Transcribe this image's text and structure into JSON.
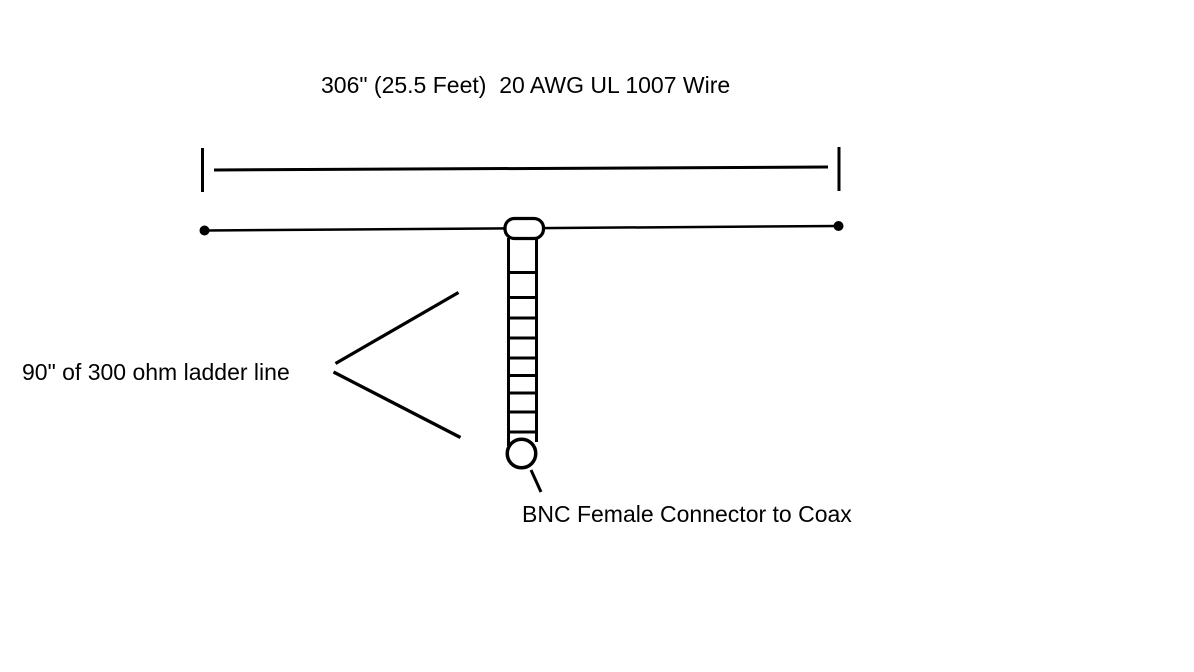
{
  "diagram": {
    "title": "306\" (25.5 Feet)  20 AWG UL 1007 Wire",
    "ladder_line_label": "90\" of 300 ohm ladder line",
    "bnc_label": "BNC Female Connector to Coax"
  },
  "colors": {
    "line": "#000000",
    "background": "#ffffff"
  }
}
